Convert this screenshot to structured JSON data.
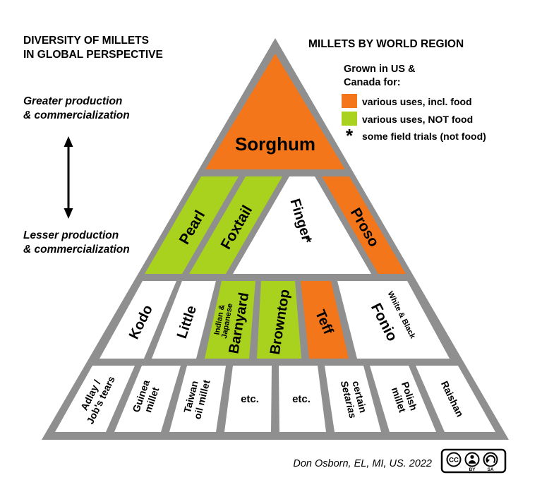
{
  "colors": {
    "border": "#8F8F8F",
    "food": "#F4761B",
    "not_food": "#A8D21D",
    "white": "#FFFFFF"
  },
  "header_left": {
    "line1": "DIVERSITY OF MILLETS",
    "line2": "IN GLOBAL PERSPECTIVE"
  },
  "header_right": {
    "title": "MILLETS BY WORLD REGION"
  },
  "axis_labels": {
    "greater_line1": "Greater production",
    "greater_line2": "& commercialization",
    "lesser_line1": "Lesser production",
    "lesser_line2": "& commercialization"
  },
  "legend": {
    "title_line1": "Grown in US &",
    "title_line2": "Canada for:",
    "items": [
      {
        "color": "#F4761B",
        "label": "various uses, incl. food"
      },
      {
        "color": "#A8D21D",
        "label": "various uses, NOT food"
      },
      {
        "symbol": "*",
        "label": "some field trials (not food)"
      }
    ]
  },
  "pyramid": {
    "cells": [
      {
        "id": "sorghum",
        "label": "Sorghum",
        "category": "food"
      },
      {
        "id": "pearl",
        "label": "Pearl",
        "category": "not_food"
      },
      {
        "id": "foxtail",
        "label": "Foxtail",
        "category": "not_food"
      },
      {
        "id": "finger",
        "label": "Finger",
        "star": "*",
        "category": "none"
      },
      {
        "id": "proso",
        "label": "Proso",
        "category": "food"
      },
      {
        "id": "kodo",
        "label": "Kodo",
        "category": "none"
      },
      {
        "id": "little",
        "label": "Little",
        "category": "none"
      },
      {
        "id": "barnyard",
        "label": "Barnyard",
        "sublabel_line1": "Indian &",
        "sublabel_line2": "Japanese",
        "category": "not_food"
      },
      {
        "id": "browntop",
        "label": "Browntop",
        "category": "not_food"
      },
      {
        "id": "teff",
        "label": "Teff",
        "category": "food"
      },
      {
        "id": "fonio",
        "label": "Fonio",
        "sublabel": "White & Black",
        "category": "none"
      },
      {
        "id": "adlay",
        "line1": "Adlay /",
        "line2": "Job's tears",
        "category": "none"
      },
      {
        "id": "guinea",
        "line1": "Guinea",
        "line2": "millet",
        "category": "none"
      },
      {
        "id": "taiwan-oil",
        "line1": "Taiwan",
        "line2": "oil millet",
        "category": "none"
      },
      {
        "id": "etc-left",
        "label": "etc.",
        "category": "none"
      },
      {
        "id": "etc-right",
        "label": "etc.",
        "category": "none"
      },
      {
        "id": "setarias",
        "line1": "certain",
        "line2": "Setarias",
        "category": "none"
      },
      {
        "id": "polish",
        "line1": "Polish",
        "line2": "millet",
        "category": "none"
      },
      {
        "id": "raishan",
        "label": "Raishan",
        "category": "none"
      }
    ]
  },
  "footer": {
    "credit": "Don Osborn, EL, MI, US. 2022",
    "cc": {
      "cc": "CC",
      "by": "BY",
      "sa": "SA"
    }
  }
}
